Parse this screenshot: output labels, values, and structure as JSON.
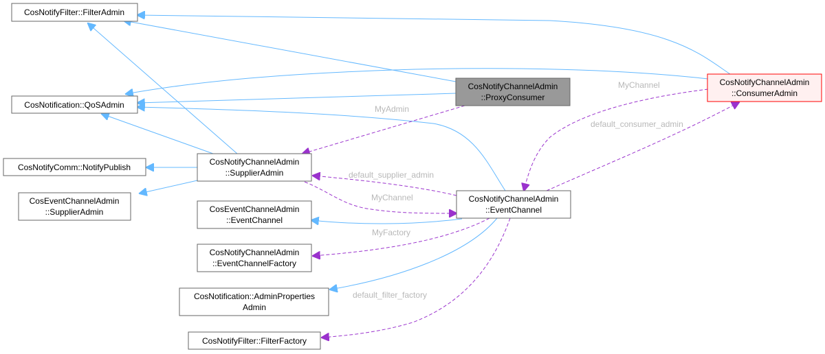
{
  "diagram": {
    "title": "Collaboration diagram for CosNotifyChannelAdmin::ProxyConsumer",
    "colors": {
      "inheritance_edge": "#63b8ff",
      "usage_edge": "#9a32cd",
      "edge_label": "#b8b8b8",
      "focus_node_fill": "#999999",
      "highlight_node_border": "#ff0000",
      "highlight_node_fill": "#fff0f0"
    },
    "nodes": {
      "filter_admin": {
        "lines": [
          "CosNotifyFilter::FilterAdmin"
        ]
      },
      "qos_admin": {
        "lines": [
          "CosNotification::QoSAdmin"
        ]
      },
      "notify_publish": {
        "lines": [
          "CosNotifyComm::NotifyPublish"
        ]
      },
      "event_supplier_admin": {
        "lines": [
          "CosEventChannelAdmin",
          "::SupplierAdmin"
        ]
      },
      "supplier_admin": {
        "lines": [
          "CosNotifyChannelAdmin",
          "::SupplierAdmin"
        ]
      },
      "event_event_channel": {
        "lines": [
          "CosEventChannelAdmin",
          "::EventChannel"
        ]
      },
      "event_channel_factory": {
        "lines": [
          "CosNotifyChannelAdmin",
          "::EventChannelFactory"
        ]
      },
      "admin_properties_admin": {
        "lines": [
          "CosNotification::AdminProperties",
          "Admin"
        ]
      },
      "filter_factory": {
        "lines": [
          "CosNotifyFilter::FilterFactory"
        ]
      },
      "proxy_consumer": {
        "lines": [
          "CosNotifyChannelAdmin",
          "::ProxyConsumer"
        ]
      },
      "event_channel": {
        "lines": [
          "CosNotifyChannelAdmin",
          "::EventChannel"
        ]
      },
      "consumer_admin": {
        "lines": [
          "CosNotifyChannelAdmin",
          "::ConsumerAdmin"
        ]
      }
    },
    "edge_labels": {
      "my_admin": "MyAdmin",
      "my_channel_consumer": "MyChannel",
      "default_consumer_admin": "default_consumer_admin",
      "default_supplier_admin": "default_supplier_admin",
      "my_channel_supplier": "MyChannel",
      "my_factory": "MyFactory",
      "default_filter_factory": "default_filter_factory"
    }
  }
}
